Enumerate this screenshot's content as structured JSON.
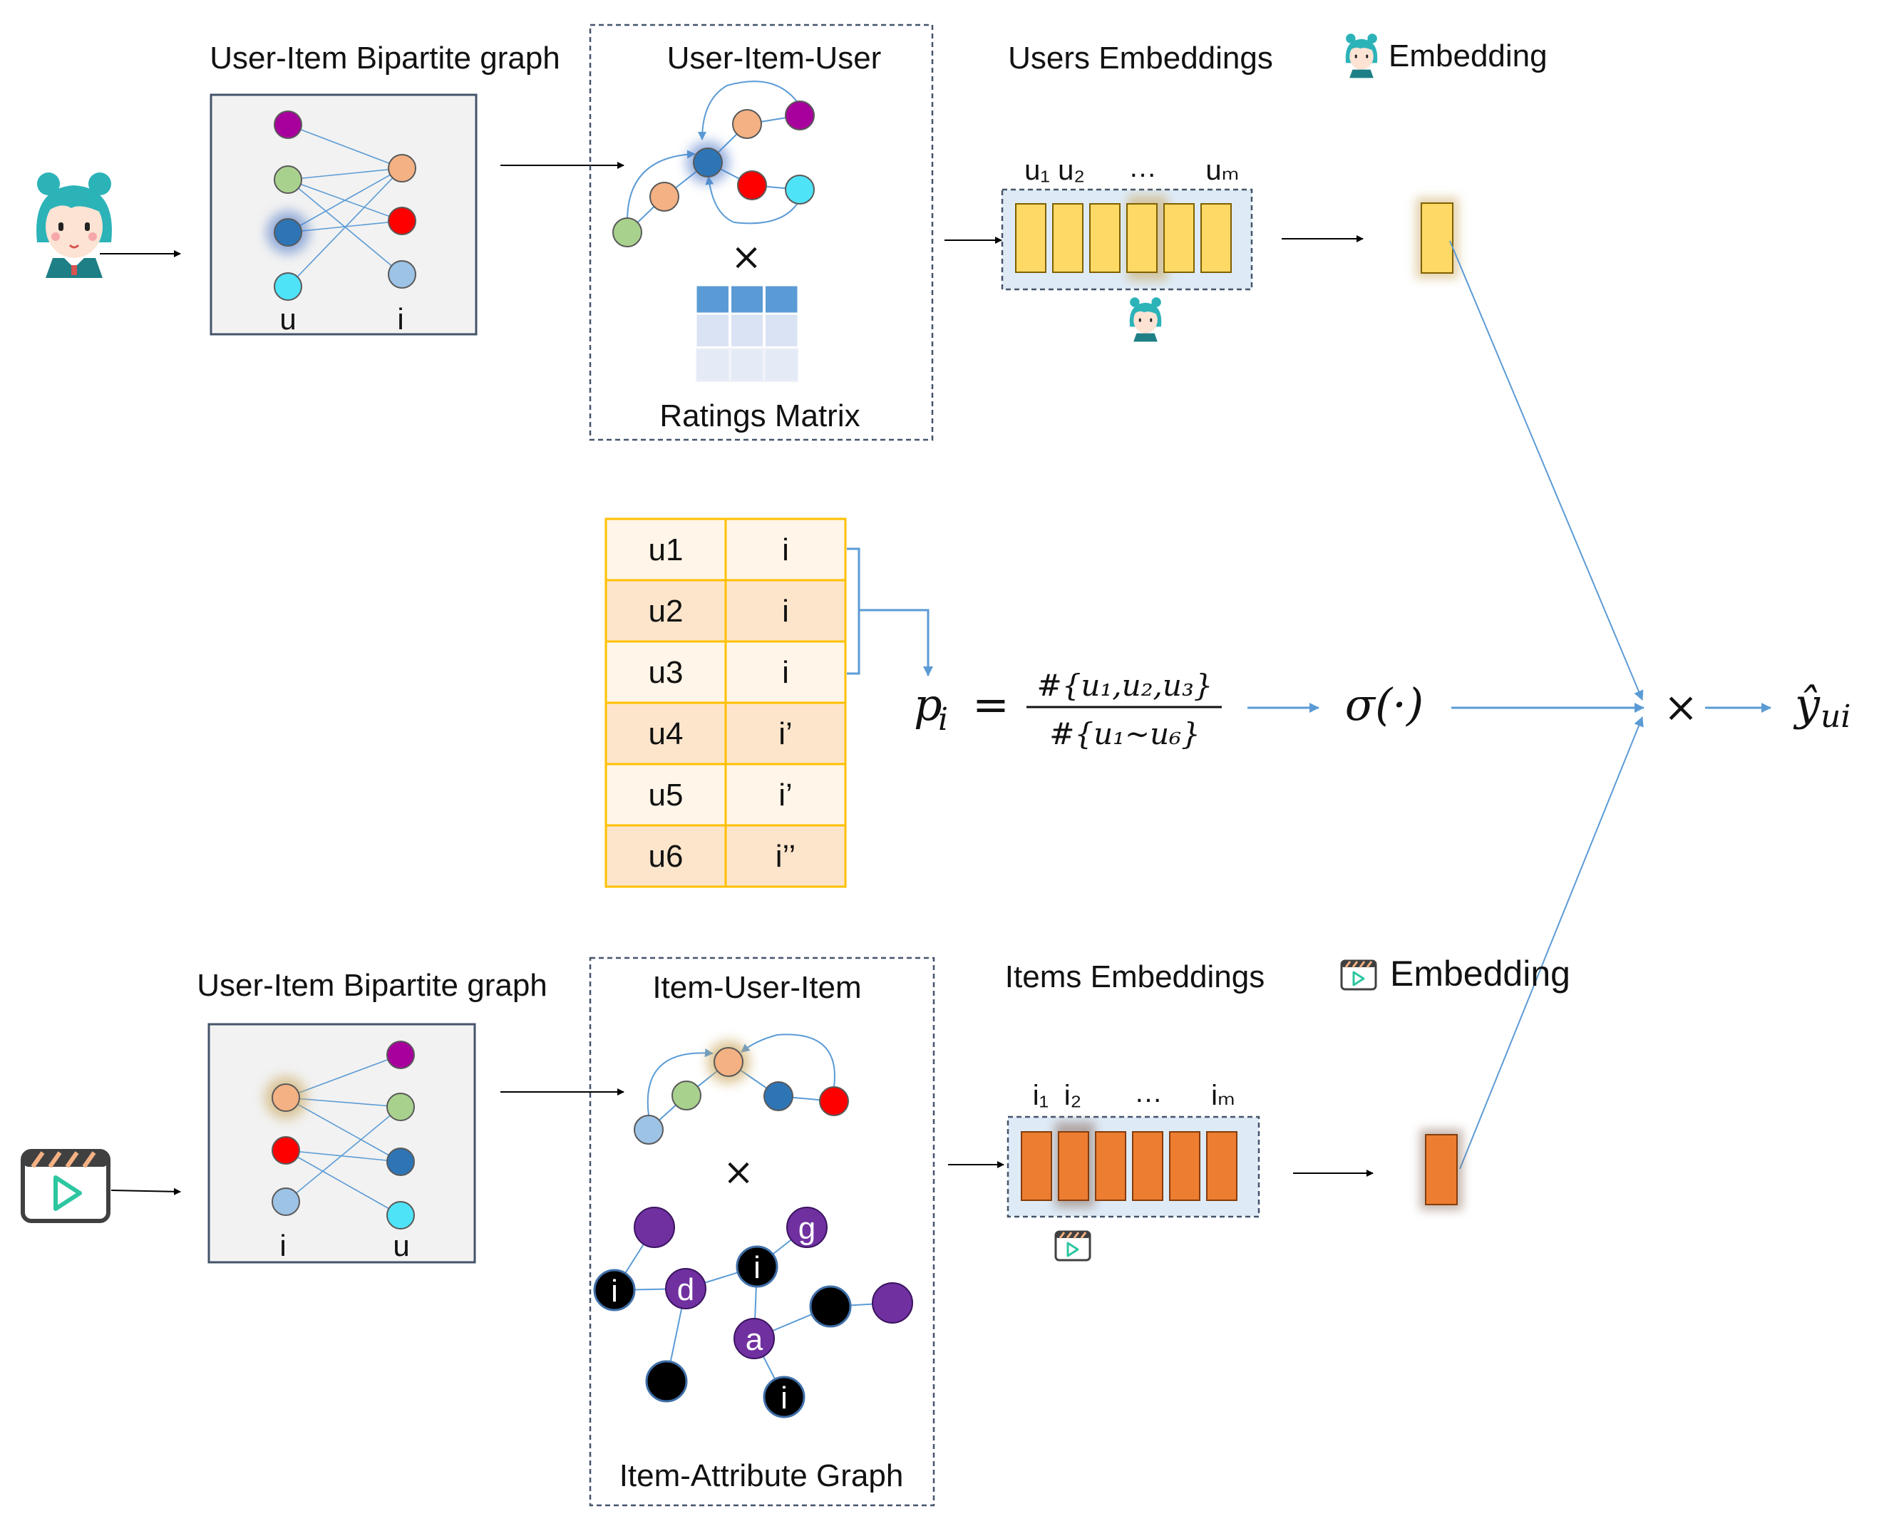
{
  "top": {
    "bipartite_title": "User-Item Bipartite graph",
    "bipartite_left_label": "u",
    "bipartite_right_label": "i",
    "uiu_title": "User-Item-User",
    "multiply": "×",
    "ratings_title": "Ratings Matrix",
    "embeddings_title": "Users Embeddings",
    "embedding_label": "Embedding",
    "emb_labels": [
      "u₁",
      "u₂",
      "…",
      "uₘ"
    ]
  },
  "table": {
    "rows": [
      {
        "user": "u1",
        "item": "i"
      },
      {
        "user": "u2",
        "item": "i"
      },
      {
        "user": "u3",
        "item": "i"
      },
      {
        "user": "u4",
        "item": "i’"
      },
      {
        "user": "u5",
        "item": "i’"
      },
      {
        "user": "u6",
        "item": "i’’"
      }
    ]
  },
  "formula": {
    "lhs": "p",
    "lhs_sub": "i",
    "equals": "=",
    "numerator": "#{u₁,u₂,u₃}",
    "denominator": "#{u₁~u₆}",
    "sigma": "σ(·)",
    "multiply": "×",
    "output": "ŷ",
    "output_sub": "ui"
  },
  "bottom": {
    "bipartite_title": "User-Item Bipartite graph",
    "bipartite_left_label": "i",
    "bipartite_right_label": "u",
    "iui_title": "Item-User-Item",
    "multiply": "×",
    "attr_title": "Item-Attribute Graph",
    "embeddings_title": "Items Embeddings",
    "embedding_label": "Embedding",
    "emb_labels": [
      "i₁",
      "i₂",
      "…",
      "iₘ"
    ],
    "attr_node_labels": [
      "i",
      "d",
      "i",
      "g",
      "a",
      "i"
    ]
  },
  "colors": {
    "user_embedding": "#FFD966",
    "item_embedding": "#ED7D31",
    "edge": "#5B9BD5",
    "table_border": "#FFC000",
    "table_light": "#FFF5E8",
    "table_dark": "#FDE5CC",
    "panel": "#F2F2F2",
    "attr_purple": "#7030A0"
  },
  "icons": [
    "user-avatar-icon",
    "movie-clapper-icon"
  ]
}
